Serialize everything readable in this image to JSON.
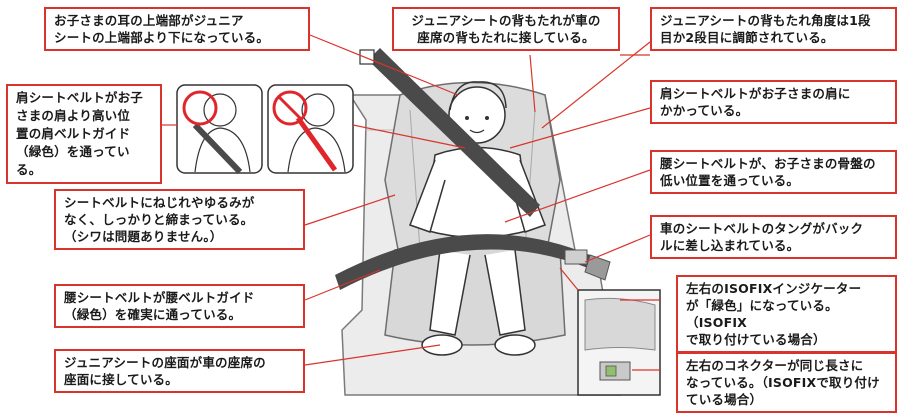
{
  "callouts": {
    "ear_position": "お子さまの耳の上端部がジュニア\nシートの上端部より下になっている。",
    "backrest_contact": "ジュニアシートの背もたれが車の\n座席の背もたれに接している。",
    "backrest_angle": "ジュニアシートの背もたれ角度は1段\n目か2段目に調節されている。",
    "shoulder_belt_guide": "肩シートベルトがお子\nさまの肩より高い位\n置の肩ベルトガイド\n（緑色）を通っている。",
    "shoulder_belt_on_shoulder": "肩シートベルトがお子さまの肩に\nかかっている。",
    "lap_belt_low": "腰シートベルトが、お子さまの骨盤の\n低い位置を通っている。",
    "belt_no_twist": "シートベルトにねじれやゆるみが\nなく、しっかりと締まっている。\n（シワは問題ありません。）",
    "tongue_in_buckle": "車のシートベルトのタングがバック\nルに差し込まれている。",
    "lap_belt_guide": "腰シートベルトが腰ベルトガイド\n（緑色）を確実に通っている。",
    "isofix_indicator": "左右のISOFIXインジケーター\nが「緑色」になっている。（ISOFIX\nで取り付けている場合）",
    "seat_surface_contact": "ジュニアシートの座面が車の座席の\n座面に接している。",
    "connector_length": "左右のコネクターが同じ長さに\nなっている。（ISOFIXで取り付け\nている場合）"
  },
  "icons": {
    "ok_example": "ok-circle-icon",
    "ng_example": "prohibited-icon"
  },
  "colors": {
    "callout_border": "#d9342b",
    "leader_line": "#d9342b",
    "belt": "#4a4a4a",
    "seat_fill": "#e6e6e6",
    "prohibited": "#e0262b"
  }
}
